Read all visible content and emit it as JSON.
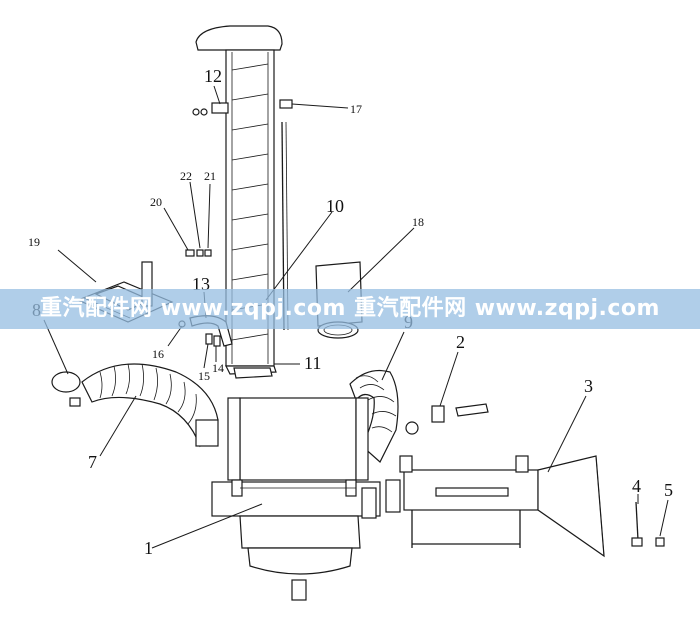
{
  "callouts": {
    "c1": "1",
    "c2": "2",
    "c3": "3",
    "c4": "4",
    "c5": "5",
    "c7": "7",
    "c8": "8",
    "c9": "9",
    "c10": "10",
    "c11": "11",
    "c12": "12",
    "c13": "13",
    "c14": "14",
    "c15": "15",
    "c16": "16",
    "c17": "17",
    "c18": "18",
    "c19": "19",
    "c20": "20",
    "c21": "21",
    "c22": "22"
  },
  "watermark": "重汽配件网  www.zqpj.com  重汽配件网  www.zqpj.com"
}
